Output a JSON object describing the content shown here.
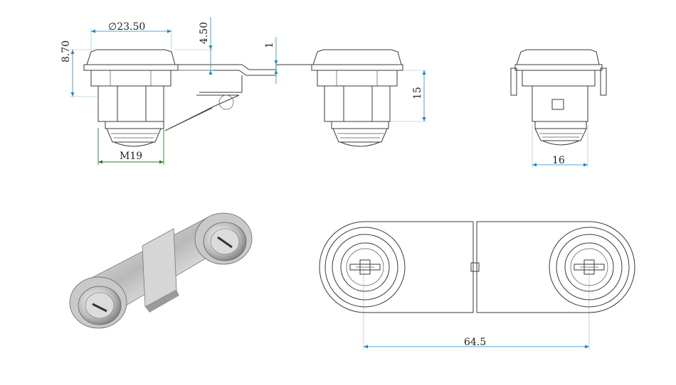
{
  "dimensions": {
    "diameter": "∅23.50",
    "height_left": "8.70",
    "flange": "4.50",
    "thickness": "1",
    "length": "15",
    "thread": "M19",
    "width": "16",
    "center_distance": "64.5"
  },
  "colors": {
    "dimension_line": "#1e88c8",
    "outline": "#3a3a3a",
    "thread_dim": "#2d7a2d"
  }
}
